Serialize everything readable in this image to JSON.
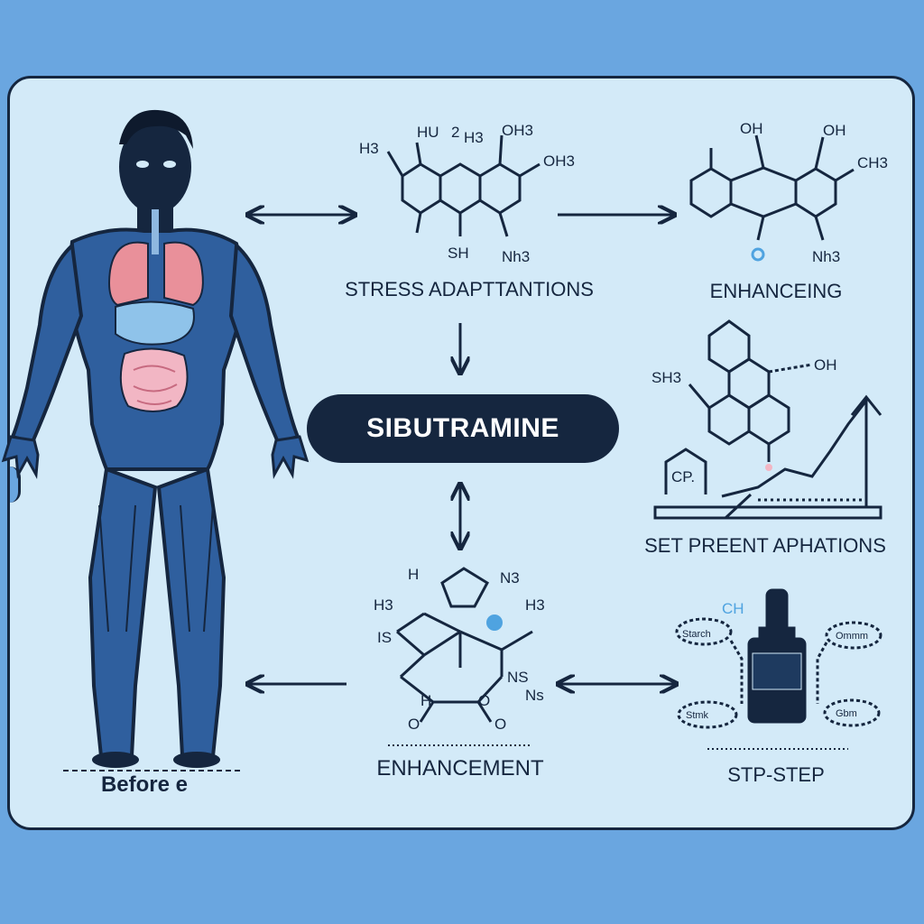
{
  "labels": {
    "stress": "STRESS ADAPTTANTIONS",
    "enhancing": "ENHANCEING",
    "center": "SIBUTRAMINE",
    "set_present": "SET PREENT APHATIONS",
    "enhancement": "ENHANCEMENT",
    "step": "STP-STEP",
    "before": "Before e"
  },
  "chem": {
    "m1": [
      "H3",
      "HU",
      "2",
      "H3",
      "OH3",
      "OH3",
      "SH",
      "Nh3"
    ],
    "m2": [
      "OH",
      "OH",
      "CH3",
      "Nh3"
    ],
    "m3": [
      "SH3",
      "OH",
      "CP."
    ],
    "m4": [
      "H",
      "H3",
      "IS",
      "N3",
      "H3",
      "NS",
      "H",
      "O",
      "O",
      "O",
      "Ns"
    ],
    "m5": [
      "CH",
      "Starch",
      "Ommm",
      "Stmk",
      "Gbm"
    ]
  },
  "colors": {
    "background": "#6aa6e0",
    "panel": "#d3eaf8",
    "ink": "#15263f",
    "body_blue": "#2f5f9e",
    "lungs": "#e9909a",
    "intestine": "#f2b6c4",
    "accent": "#4fa3e0"
  },
  "icons": [
    "human-body-figure",
    "molecule-structure",
    "bottle-icon",
    "line-chart-icon",
    "house-icon"
  ]
}
